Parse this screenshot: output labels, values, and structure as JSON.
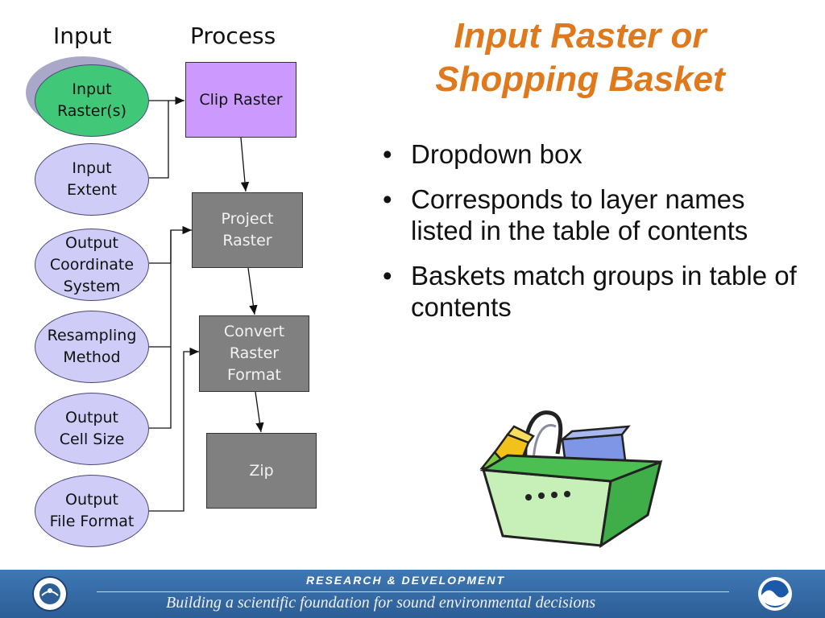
{
  "slide": {
    "title": "Input Raster or\nShopping Basket",
    "title_color": "#e0781c"
  },
  "diagram": {
    "input_header": "Input",
    "process_header": "Process",
    "inputs": [
      {
        "label": "Input\nRaster(s)",
        "color": "#40c878"
      },
      {
        "label": "Input\nExtent",
        "color": "#cfccf7"
      },
      {
        "label": "Output\nCoordinate\nSystem",
        "color": "#cfccf7"
      },
      {
        "label": "Resampling\nMethod",
        "color": "#cfccf7"
      },
      {
        "label": "Output\nCell Size",
        "color": "#cfccf7"
      },
      {
        "label": "Output\nFile Format",
        "color": "#cfccf7"
      }
    ],
    "processes": [
      {
        "label": "Clip Raster",
        "color": "#cc99ff"
      },
      {
        "label": "Project\nRaster",
        "color": "#808080"
      },
      {
        "label": "Convert\nRaster\nFormat",
        "color": "#808080"
      },
      {
        "label": "Zip",
        "color": "#808080"
      }
    ]
  },
  "bullets": [
    "Dropdown box",
    "Corresponds to layer names listed in the table of contents",
    "Baskets match groups in table of contents"
  ],
  "footer": {
    "heading": "RESEARCH & DEVELOPMENT",
    "tagline": "Building a scientific foundation for sound environmental decisions"
  }
}
